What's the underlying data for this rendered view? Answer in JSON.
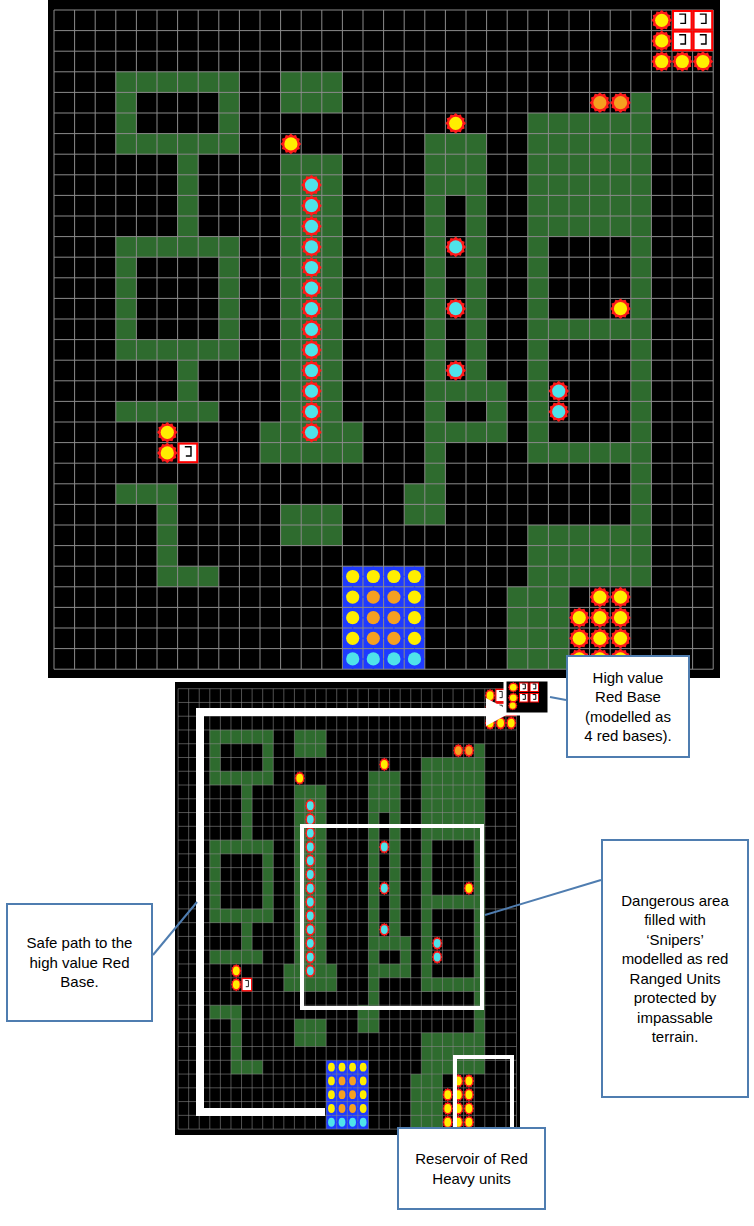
{
  "diagram": {
    "nodes": [
      {
        "text": [
          "High value Red Base (modelled as 4 red bases)."
        ]
      },
      {
        "text": [
          "Dangerous area filled with ‘Snipers’ modelled as red Ranged Units protected by impassable terrain."
        ]
      },
      {
        "text": [
          "Safe path to the high value Red Base."
        ]
      },
      {
        "text": [
          "Reservoir of Red Heavy units"
        ]
      }
    ]
  }
}
